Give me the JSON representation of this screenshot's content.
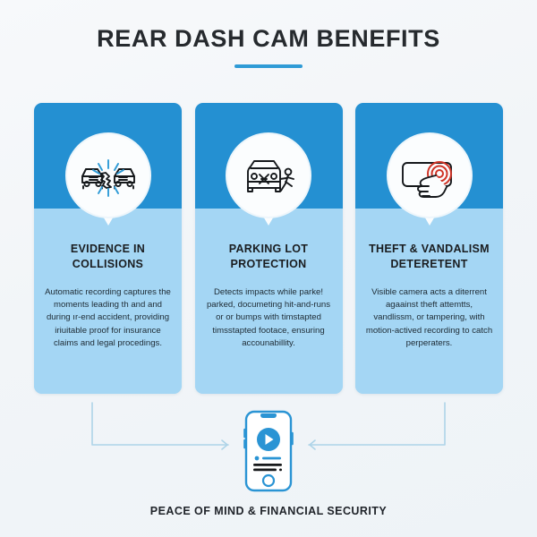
{
  "header": {
    "title": "REAR DASH CAM BENEFITS",
    "accent_color": "#2f9bd6"
  },
  "cards": [
    {
      "icon": "car-collision-icon",
      "title": "EVIDENCE IN COLLISIONS",
      "text": "Automatic recording captures the moments leading th and and during ır-end accident, providing iriuitable proof for insurance claims and legal procedings."
    },
    {
      "icon": "parked-car-hit-and-run-icon",
      "title": "PARKING LOT PROTECTION",
      "text": "Detects impacts while parke! parked, documeting hit-and-runs or or bumps with timstapted timsstapted footace, ensuring accounabillity."
    },
    {
      "icon": "hand-tapping-camera-icon",
      "title": "THEFT & VANDALISM DETERETENT",
      "text": "Visible camera acts a diterrent agaainst theft attemtts, vandlissm, or tampering, with motion-actived recording to catch perperaters."
    }
  ],
  "flow": {
    "device_icon": "smartphone-video-playback-icon",
    "left_arrow_icon": "arrow-right-icon",
    "right_arrow_icon": "arrow-left-icon",
    "line_color": "#aed4e8"
  },
  "footer": {
    "caption": "PEACE OF MIND & FINANCIAL SECURITY"
  },
  "theme": {
    "background": "#f4f7fa",
    "card_header": "#2490d2",
    "card_body": "#a4d6f4",
    "badge_fill": "#fbfdfe",
    "text_dark": "#1a1d20",
    "accent_red": "#d8362a"
  }
}
